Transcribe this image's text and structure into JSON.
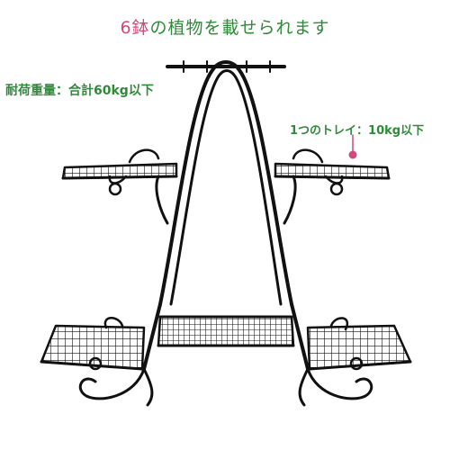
{
  "captions": {
    "title_num": "6",
    "title_hl": "鉢",
    "title_rest": "の植物を載せられます",
    "load_total": "耐荷重量：合計60kg以下",
    "load_tray": "1つのトレイ：10kg以下"
  },
  "colors": {
    "frame": "#111111",
    "text_green": "#2f8a3a",
    "text_pink": "#d04a7c",
    "pointer": "#d04a7c"
  }
}
